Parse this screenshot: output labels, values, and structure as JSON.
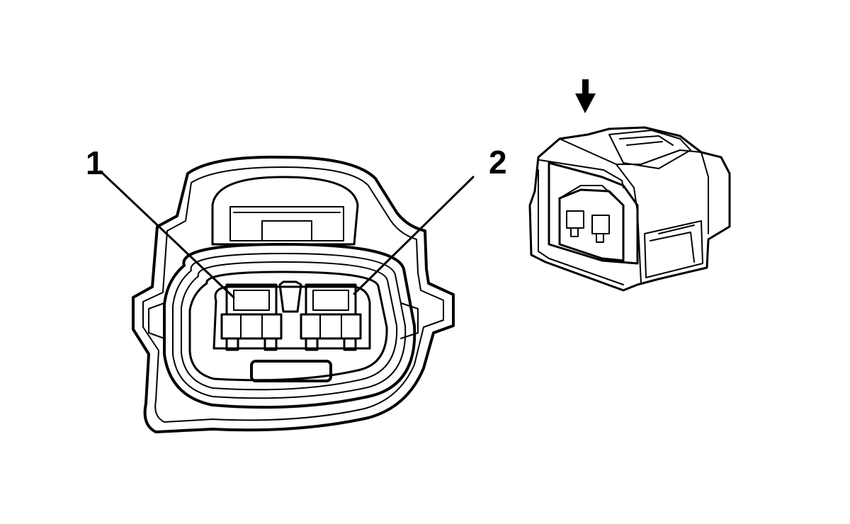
{
  "diagram": {
    "pin_labels": [
      {
        "id": "pin-1",
        "text": "1"
      },
      {
        "id": "pin-2",
        "text": "2"
      }
    ],
    "colors": {
      "line": "#000000",
      "background": "#ffffff"
    },
    "icons": {
      "view_direction": "arrow-down-icon"
    }
  }
}
